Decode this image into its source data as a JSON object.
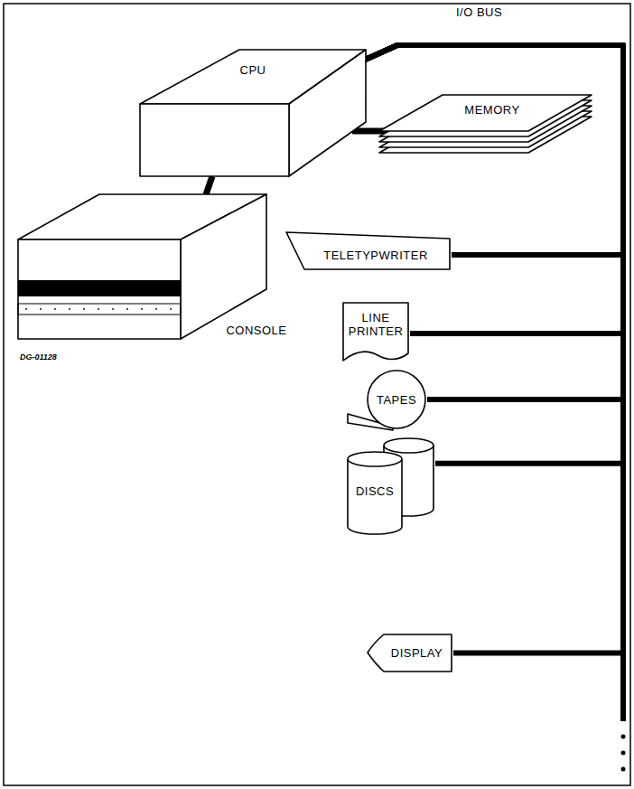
{
  "diagram": {
    "nodes": [
      {
        "text": [
          "CPU"
        ]
      },
      {
        "text": [
          "MEMORY"
        ]
      },
      {
        "text": [
          "CONSOLE"
        ]
      },
      {
        "text": [
          "TELETYPWRITER"
        ]
      },
      {
        "text": [
          "LINE PRINTER"
        ]
      },
      {
        "text": [
          "TAPES"
        ]
      },
      {
        "text": [
          "DISCS"
        ]
      },
      {
        "text": [
          "DISPLAY"
        ]
      }
    ],
    "edges": [
      {
        "from": 0,
        "to": 2,
        "arrow": "none"
      },
      {
        "from": 0,
        "to": 1,
        "arrow": "none"
      },
      {
        "from": 0,
        "to": 3,
        "arrow": "none"
      },
      {
        "from": 0,
        "to": 4,
        "arrow": "none"
      },
      {
        "from": 0,
        "to": 5,
        "arrow": "none"
      },
      {
        "from": 0,
        "to": 6,
        "arrow": "none"
      },
      {
        "from": 0,
        "to": 7,
        "arrow": "none"
      }
    ],
    "labels": [
      "I/O BUS",
      "DG-01128"
    ]
  }
}
